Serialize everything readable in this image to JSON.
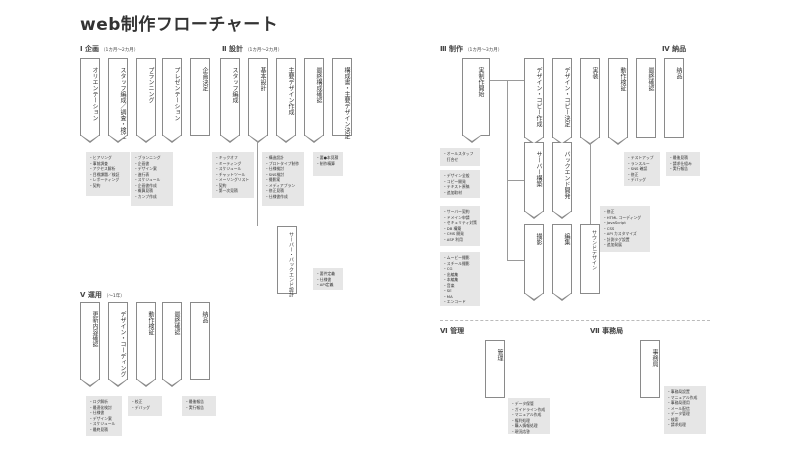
{
  "title": "web制作フローチャート",
  "sections": {
    "s1": {
      "label": "Ⅰ 企画",
      "sub": "（1カ月〜2カ月）"
    },
    "s2": {
      "label": "Ⅱ 設計",
      "sub": "（1カ月〜2カ月）"
    },
    "s3": {
      "label": "Ⅲ 制作",
      "sub": "（1カ月〜3カ月）"
    },
    "s4": {
      "label": "Ⅳ 納品",
      "sub": ""
    },
    "s5": {
      "label": "Ⅴ 運用",
      "sub": "（〜1年）"
    },
    "s6": {
      "label": "Ⅵ 管理",
      "sub": ""
    },
    "s7": {
      "label": "Ⅶ 事務局",
      "sub": ""
    }
  },
  "boxes": {
    "orientation": "オリエンテーション",
    "staff_org": "スタッフ編成／調査・検証",
    "planning": "プランニング",
    "presentation": "プレゼンテーション",
    "plan_decision": "企画決定",
    "staff_assign": "スタッフ編成",
    "basic_design": "基本設計",
    "main_design": "主要デザイン作成",
    "final_structure": "最終構成確認",
    "structure_decision": "構成書・主要デザイン決定",
    "server_back": "サーバー・バックエンド設計",
    "production_start": "実制作開始",
    "design_coding": "デザイン・コピー作成",
    "design_decision": "デザイン・コピー決定",
    "implement": "実装",
    "operation_check": "動作検証",
    "final_check3": "最終確認",
    "delivery": "納品",
    "server_build": "サーバー構築",
    "backend_dev": "バックエンド開発",
    "shooting": "撮影",
    "editing": "編集",
    "sound_design": "サウンドデザイン",
    "update_check": "更新内容確認",
    "design_coding2": "デザイン・コーディング",
    "op_check2": "動作検証",
    "final_check5": "最終確認",
    "delivery5": "納品",
    "management": "管理",
    "office": "事務局"
  },
  "notes": {
    "n1": [
      "・ヒアリング",
      "・事前調査",
      "・アクセス解析",
      "・目標課題／検証",
      "・レポーティング",
      "・契約"
    ],
    "n2": [
      "・ブランニング",
      "・企画書",
      "・デザイン案",
      "・進行表",
      "・スケジュール",
      "・企画書作成",
      "・概算見積",
      "・カンプ作成"
    ],
    "n3": [
      "・キックオフ",
      "・ミーティング",
      "・スケジュール",
      "・チャットツール",
      "・メーリングリスト",
      "・契約",
      "・第一次見積"
    ],
    "n4": [
      "・構造設計",
      "・プロトタイプ制作",
      "・仕様検討",
      "・SNS検討",
      "・撮影案",
      "・メディアプラン",
      "・修正見積",
      "・仕様書作成"
    ],
    "n5": [
      "・要件定義",
      "・仕様書",
      "・API定義"
    ],
    "n6": [
      "・要●本見積",
      "・制作精算"
    ],
    "n7": [
      "・オールスタッフ",
      "　打合せ"
    ],
    "n8": [
      "・デザイン全般",
      "・コピー開発",
      "・テキスト原稿",
      "・追加取材"
    ],
    "n9": [
      "・サーバー契約",
      "・ドメイン申請",
      "・セキュリティ対策",
      "・DB 構築",
      "・CMS 開発",
      "・ASP 利用"
    ],
    "n10": [
      "・ムービー撮影",
      "・スチール撮影",
      "・CG",
      "・出編集",
      "・本編集",
      "・音楽",
      "・SE",
      "・MA",
      "・エンコード"
    ],
    "n11": [
      "・テストアップ",
      "・ランスルー",
      "・SNS 確認",
      "・修正",
      "・デバッグ"
    ],
    "n12": [
      "・修正",
      "・HTML コーディング",
      "・JavaScript",
      "・CSS",
      "・API カスタマイズ",
      "・計測タグ設置",
      "・追加発展"
    ],
    "n13": [
      "・最後見積",
      "・請求仕組み",
      "・実行報告"
    ],
    "n14": [
      "・ログ解析",
      "・最適化検討",
      "・仕様書",
      "・デザイン案",
      "・スケジュール",
      "・最終見積"
    ],
    "n15": [
      "・校正",
      "・デバッグ"
    ],
    "n16": [
      "・最後報告",
      "・実行報告"
    ],
    "n17": [
      "・データ保管",
      "・ガイドライン作成",
      "・マニュアル作成",
      "・権利処理",
      "・購入情報処理",
      "・現況応答"
    ],
    "n18": [
      "・事務局設置",
      "・マニュアル作成",
      "・事務局運用",
      "・メール配信",
      "・データ管理",
      "・検索",
      "・請求処理"
    ]
  }
}
